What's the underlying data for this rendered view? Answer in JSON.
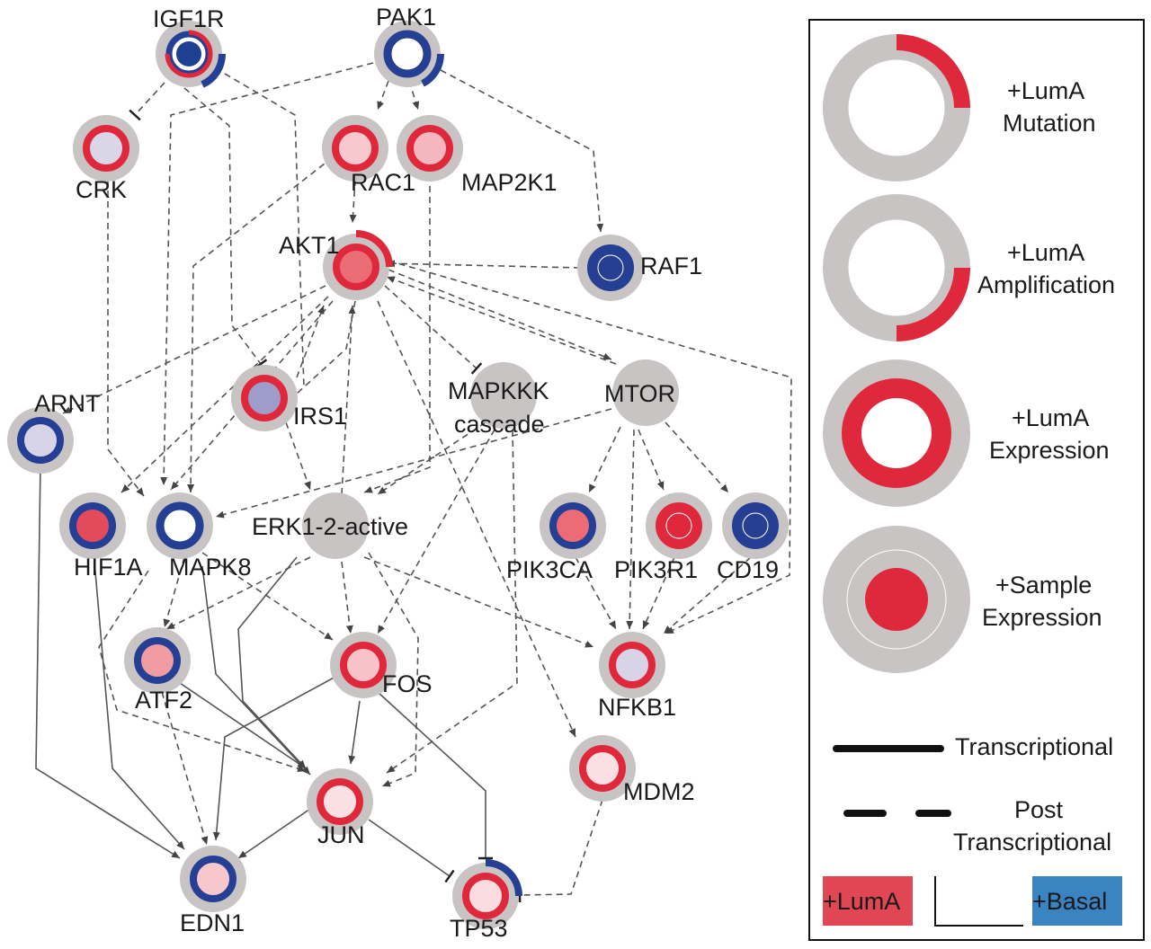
{
  "colors": {
    "red": "#e0283c",
    "blue": "#243f93",
    "grey": "#c9c4c4",
    "basal_box": "#3b84c2",
    "luma_box": "#e14654"
  },
  "nodes": [
    {
      "id": "IGF1R",
      "label": "IGF1R",
      "ring": "blue",
      "center": "#1f3f91",
      "mut": "red-partial",
      "amp": "blue-partial"
    },
    {
      "id": "PAK1",
      "label": "PAK1",
      "ring": "blue",
      "center": "#ffffff",
      "amp": "blue-partial"
    },
    {
      "id": "CRK",
      "label": "CRK",
      "ring": "red",
      "center": "#d9d6e8"
    },
    {
      "id": "RAC1",
      "label": "RAC1",
      "ring": "red",
      "center": "#f7c9cf"
    },
    {
      "id": "MAP2K1",
      "label": "MAP2K1",
      "ring": "red",
      "center": "#f5b7be"
    },
    {
      "id": "AKT1",
      "label": "AKT1",
      "ring": "red",
      "center": "#ea6c75",
      "mut": "red-partial"
    },
    {
      "id": "RAF1",
      "label": "RAF1",
      "ring": "blue",
      "center": "#263f91"
    },
    {
      "id": "ARNT",
      "label": "ARNT",
      "ring": "blue",
      "center": "#d7d4e8"
    },
    {
      "id": "IRS1",
      "label": "IRS1",
      "ring": "red",
      "center": "#9e9cc8"
    },
    {
      "id": "MAPKKK",
      "label": "MAPKKK",
      "label2": "cascade",
      "ring": "none",
      "center": "#c9c4c4"
    },
    {
      "id": "MTOR",
      "label": "MTOR",
      "ring": "none",
      "center": "#c9c4c4"
    },
    {
      "id": "HIF1A",
      "label": "HIF1A",
      "ring": "blue",
      "center": "#e34b5b"
    },
    {
      "id": "MAPK8",
      "label": "MAPK8",
      "ring": "blue",
      "center": "#ffffff"
    },
    {
      "id": "ERK",
      "label": "ERK1-2-active",
      "ring": "none",
      "center": "#c9c4c4"
    },
    {
      "id": "PIK3CA",
      "label": "PIK3CA",
      "ring": "blue",
      "center": "#ec6b74"
    },
    {
      "id": "PIK3R1",
      "label": "PIK3R1",
      "ring": "red",
      "center": "#e0283c"
    },
    {
      "id": "CD19",
      "label": "CD19",
      "ring": "blue",
      "center": "#263f91"
    },
    {
      "id": "ATF2",
      "label": "ATF2",
      "ring": "blue",
      "center": "#f19ba3"
    },
    {
      "id": "FOS",
      "label": "FOS",
      "ring": "red",
      "center": "#f7c3c9"
    },
    {
      "id": "NFKB1",
      "label": "NFKB1",
      "ring": "red",
      "center": "#d7d4e8"
    },
    {
      "id": "MDM2",
      "label": "MDM2",
      "ring": "red",
      "center": "#fbe0e3"
    },
    {
      "id": "JUN",
      "label": "JUN",
      "ring": "red",
      "center": "#fbe0e3"
    },
    {
      "id": "EDN1",
      "label": "EDN1",
      "ring": "blue",
      "center": "#f8c7cc"
    },
    {
      "id": "TP53",
      "label": "TP53",
      "ring": "red",
      "center": "#fbdde0",
      "amp": "blue-partial"
    }
  ],
  "legend": {
    "mutation": {
      "line1": "+LumA",
      "line2": "Mutation"
    },
    "amplification": {
      "line1": "+LumA",
      "line2": "Amplification"
    },
    "expression": {
      "line1": "+LumA",
      "line2": "Expression"
    },
    "sample": {
      "line1": "+Sample",
      "line2": "Expression"
    },
    "transcriptional": "Transcriptional",
    "post_line1": "Post",
    "post_line2": "Transcriptional",
    "luma_box": "+LumA",
    "basal_box": "+Basal"
  }
}
